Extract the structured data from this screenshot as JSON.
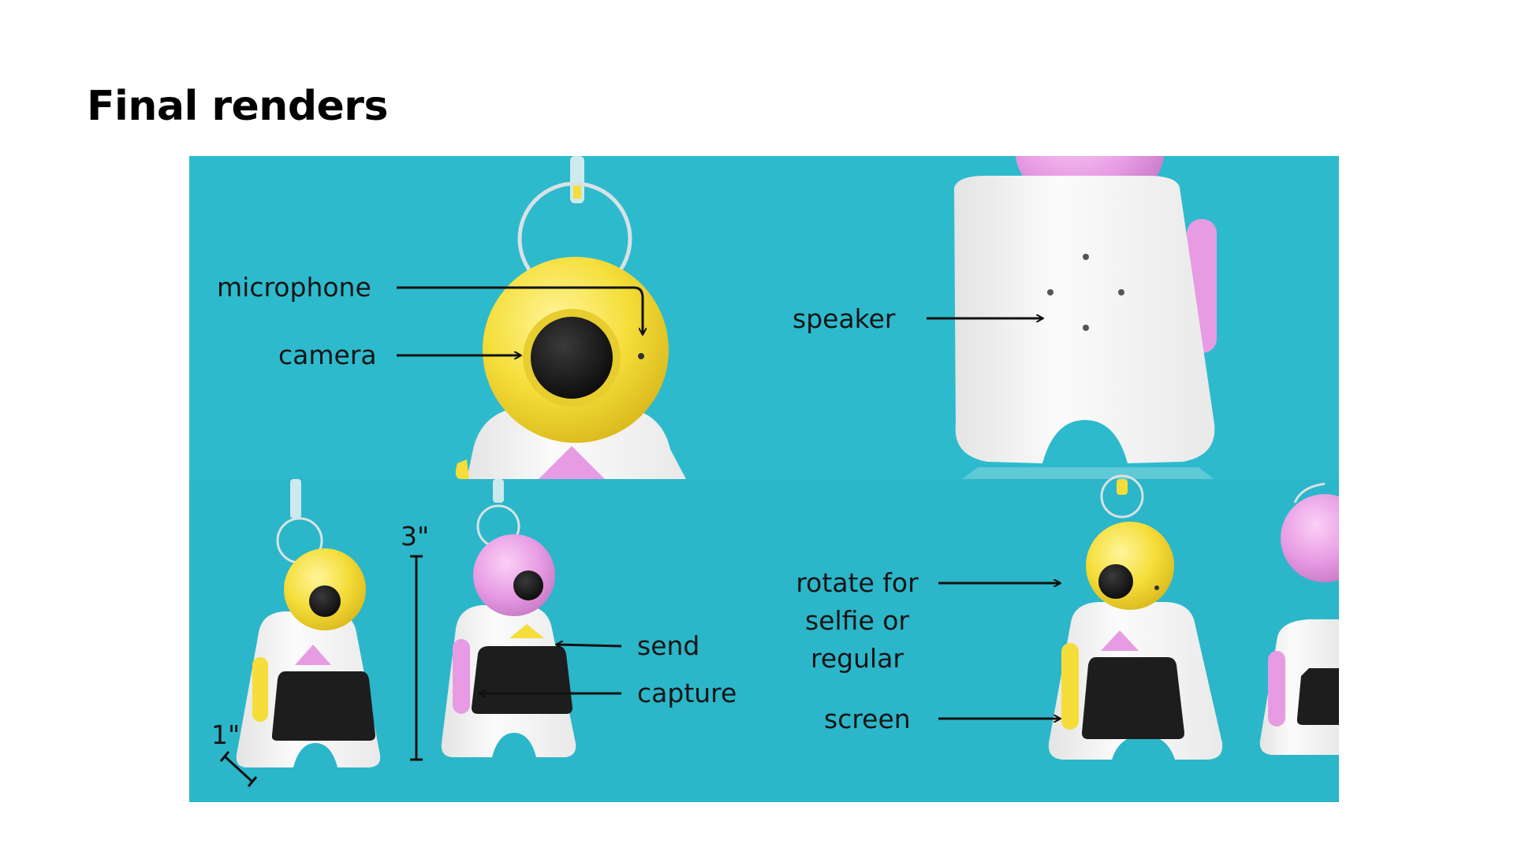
{
  "slide": {
    "title": "Final renders"
  },
  "callouts": {
    "microphone": "microphone",
    "camera": "camera",
    "speaker": "speaker",
    "height": "3\"",
    "depth": "1\"",
    "send": "send",
    "capture": "capture",
    "rotate_line1": "rotate for",
    "rotate_line2": "selfie or",
    "rotate_line3": "regular",
    "screen": "screen"
  },
  "colors": {
    "background": "#2cb8cb",
    "yellow": "#f5dd3a",
    "pink": "#e79be3",
    "body": "#f7f7f7",
    "screen": "#1e1e1e"
  }
}
